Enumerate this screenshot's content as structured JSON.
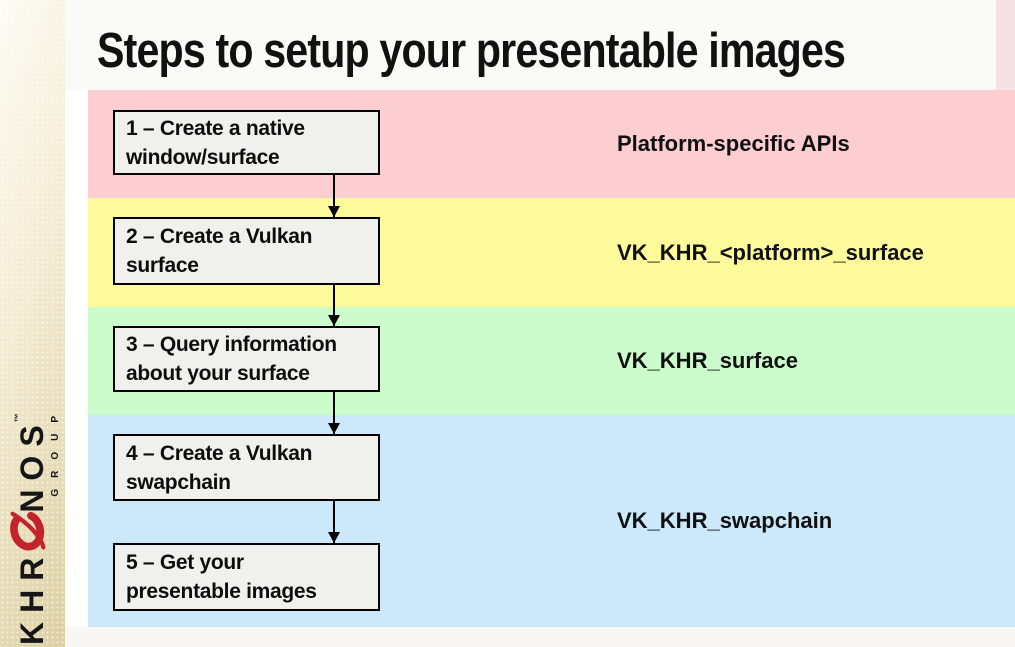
{
  "slide": {
    "title": "Steps to setup your presentable images"
  },
  "sidebar": {
    "brand_pre": "KHR",
    "brand_post": "NOS",
    "tm": "™",
    "group": "GROUP",
    "logo_red": "#c3242b",
    "background_tan": "#dccfa2"
  },
  "bands": [
    {
      "name": "native-window",
      "color": "#fccdd1",
      "api": "Platform-specific APIs"
    },
    {
      "name": "vulkan-surface",
      "color": "#fcfa9b",
      "api": "VK_KHR_<platform>_surface"
    },
    {
      "name": "query-surface",
      "color": "#ccfbcc",
      "api": "VK_KHR_surface"
    },
    {
      "name": "swapchain",
      "color": "#cbe9fb",
      "api": "VK_KHR_swapchain"
    }
  ],
  "flow": {
    "box_fill": "#f0f0ed",
    "boxes": [
      {
        "line1": "1 – Create a native",
        "line2": "window/surface"
      },
      {
        "line1": "2 – Create a Vulkan",
        "line2": "surface"
      },
      {
        "line1": "3 – Query information",
        "line2": "about your surface"
      },
      {
        "line1": "4 – Create a Vulkan",
        "line2": "swapchain"
      },
      {
        "line1": "5 – Get your",
        "line2": "presentable images"
      }
    ]
  }
}
